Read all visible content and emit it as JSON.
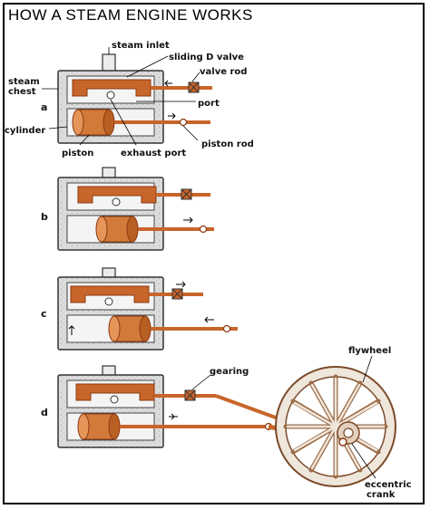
{
  "title": "HOW A STEAM ENGINE WORKS",
  "labels": {
    "steam_inlet": "steam inlet",
    "sliding_d_valve": "sliding D valve",
    "valve_rod": "valve rod",
    "steam_chest_1": "steam",
    "steam_chest_2": "chest",
    "port": "port",
    "cylinder": "cylinder",
    "piston": "piston",
    "exhaust_port": "exhaust port",
    "piston_rod": "piston rod",
    "gearing": "gearing",
    "flywheel": "flywheel",
    "eccentric_1": "eccentric",
    "eccentric_2": "crank"
  },
  "panels": [
    "a",
    "b",
    "c",
    "d"
  ],
  "colors": {
    "body": "#d9d9d9",
    "body_stroke": "#333333",
    "valve": "#c8652a",
    "valve_dark": "#8b3a12",
    "piston": "#d27a3a",
    "steam": "#f0f0f0",
    "wheel": "#efe6dc",
    "wheel_stroke": "#7a4a2a"
  }
}
